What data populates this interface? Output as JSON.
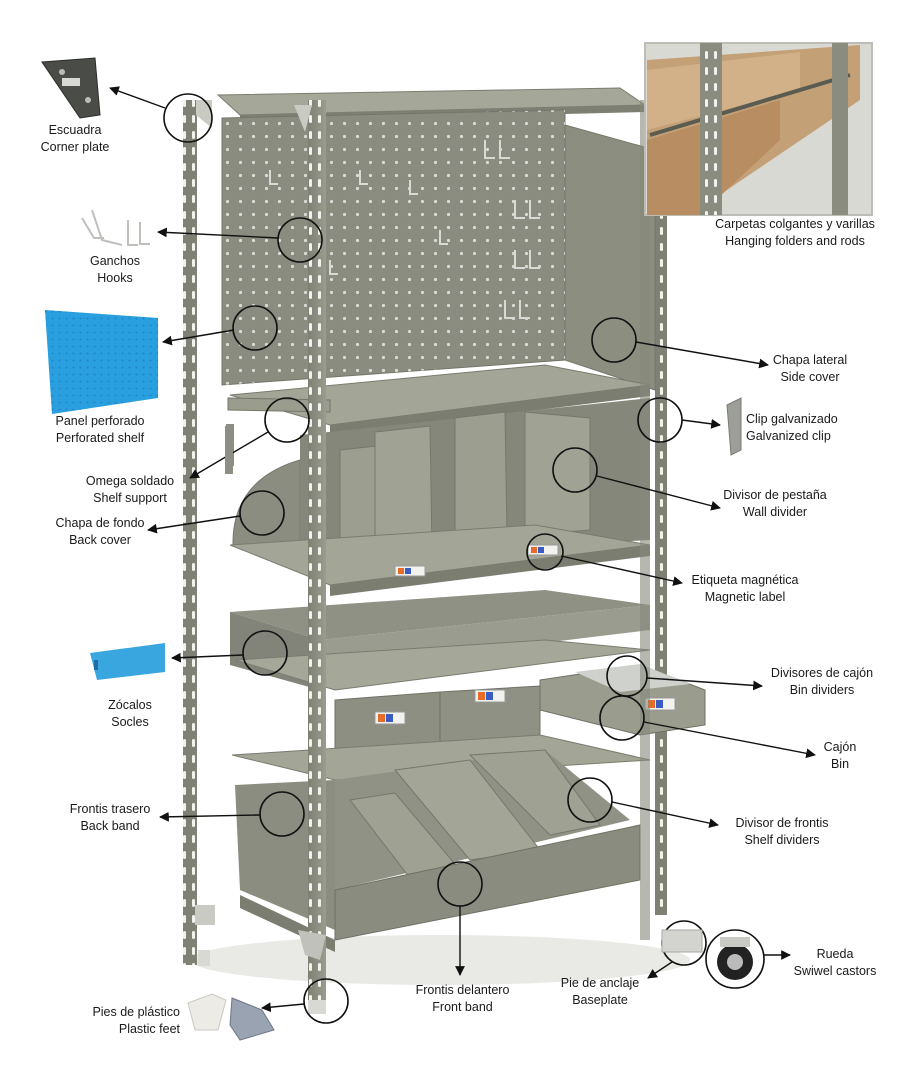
{
  "labels": [
    {
      "id": "corner-plate",
      "es": "Escuadra",
      "en": "Corner plate"
    },
    {
      "id": "hooks",
      "es": "Ganchos",
      "en": "Hooks"
    },
    {
      "id": "perforated-shelf",
      "es": "Panel perforado",
      "en": "Perforated shelf"
    },
    {
      "id": "shelf-support",
      "es": "Omega soldado",
      "en": "Shelf support"
    },
    {
      "id": "back-cover",
      "es": "Chapa de fondo",
      "en": "Back cover"
    },
    {
      "id": "socles",
      "es": "Zócalos",
      "en": "Socles"
    },
    {
      "id": "back-band",
      "es": "Frontis trasero",
      "en": "Back band"
    },
    {
      "id": "plastic-feet",
      "es": "Pies de plástico",
      "en": "Plastic feet"
    },
    {
      "id": "front-band",
      "es": "Frontis delantero",
      "en": "Front band"
    },
    {
      "id": "baseplate",
      "es": "Pie de anclaje",
      "en": "Baseplate"
    },
    {
      "id": "castors",
      "es": "Rueda",
      "en": "Swiwel castors"
    },
    {
      "id": "shelf-dividers",
      "es": "Divisor de frontis",
      "en": "Shelf dividers"
    },
    {
      "id": "bin",
      "es": "Cajón",
      "en": "Bin"
    },
    {
      "id": "bin-dividers",
      "es": "Divisores de cajón",
      "en": "Bin dividers"
    },
    {
      "id": "magnetic-label",
      "es": "Etiqueta magnética",
      "en": "Magnetic label"
    },
    {
      "id": "wall-divider",
      "es": "Divisor de pestaña",
      "en": "Wall divider"
    },
    {
      "id": "galvanized-clip",
      "es": "Clip galvanizado",
      "en": "Galvanized clip"
    },
    {
      "id": "side-cover",
      "es": "Chapa lateral",
      "en": "Side cover"
    },
    {
      "id": "hanging-folders",
      "es": "Carpetas colgantes y varillas",
      "en": "Hanging folders and rods"
    }
  ],
  "colors": {
    "steel": "#8a8c7e",
    "steel_dark": "#6c6e62",
    "steel_light": "#a7a99b",
    "blue_panel": "#2a9fe0",
    "blue_socle": "#3aa6e0",
    "wood": "#c9a27a"
  }
}
